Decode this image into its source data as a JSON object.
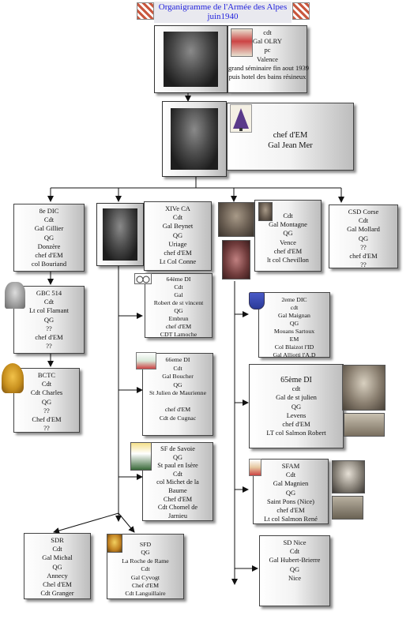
{
  "header": {
    "title_line1": "Organigramme de l'Armée des Alpes",
    "title_line2": "juin1940"
  },
  "commander": {
    "lines": [
      "cdt",
      "Gal OLRY",
      "pc",
      "Valence",
      "grand séminaire fin aout 1939",
      "puis hotel des bains résineux"
    ]
  },
  "chief_of_staff": {
    "lines": [
      "chef d'EM",
      "Gal Jean Mer"
    ]
  },
  "units": {
    "div_8e_dic": [
      "8e DIC",
      "Cdt",
      "Gal Gillier",
      "QG",
      "Donzère",
      "chef d'EM",
      "col Bouriand"
    ],
    "gbc_514": [
      "GBC 514",
      "Cdt",
      "Lt col Flamant",
      "QG",
      "??",
      "chef d'EM",
      "??"
    ],
    "bctc": [
      "BCTC",
      "Cdt",
      "Cdt Charles",
      "QG",
      "??",
      "Chef d'EM",
      "??"
    ],
    "xive_ca": [
      "XIVe CA",
      "Cdt",
      "Gal Beynet",
      "QG",
      "Uriage",
      "chef d'EM",
      "Lt Col Conne"
    ],
    "montagne": [
      "Cdt",
      "Gal Montagne",
      "QG",
      "Vence",
      "chef d'EM",
      "lt col Chevillon"
    ],
    "csd_corse": [
      "CSD Corse",
      "Cdt",
      "Gal Mollard",
      "QG",
      "??",
      "chef d'EM",
      "??"
    ],
    "div_64": [
      "64ème DI",
      "Cdt",
      "Gal",
      "Robert de st vincent",
      "QG",
      "Embrun",
      "chef d'EM",
      "CDT Lamoche"
    ],
    "div_66": [
      "66eme DI",
      "Cdt",
      "Gal Boucher",
      "QG",
      "St Julien de Maurienne",
      "",
      "chef d'EM",
      "Cdt de Cugnac"
    ],
    "sf_savoie": [
      "SF de Savoie",
      "QG",
      "St paul en Isère",
      "Cdt",
      "col Michet de la",
      "Baume",
      "Chef d'EM",
      "Cdt Chomel de",
      "Jarnieu"
    ],
    "sdr": [
      "SDR",
      "Cdt",
      "Gal Michal",
      "QG",
      "Annecy",
      "Chel d'EM",
      "Cdt Granger"
    ],
    "sfd": [
      "SFD",
      "QG",
      "La Roche de Rame",
      "Cdt",
      "Gal Cyvogt",
      "Chef d'EM",
      "Cdt Languillaire"
    ],
    "dic_2eme": [
      "2eme DIC",
      "cdt",
      "Gal Maignan",
      "QG",
      "Mouans Sartoux",
      "EM",
      "Col Blaizot  l'ID",
      "Gal Alliotti  l'A.D"
    ],
    "di_65": [
      "65ème DI",
      "cdt",
      "Gal de st julien",
      "QG",
      "Levens",
      "chef d'EM",
      "LT col Salmon Robert"
    ],
    "sfam": [
      "SFAM",
      "Cdt",
      "Gal Magnien",
      "QG",
      "Saint Pons (Nice)",
      "chef d'EM",
      "Lt col Salmon René"
    ],
    "sd_nice": [
      "SD Nice",
      "Cdt",
      "Gal Hubert-Brierre",
      "QG",
      "Nice"
    ]
  },
  "colors": {
    "title_text": "#2222dd",
    "title_bg": "#e9e9ef",
    "box_edge": "#444444",
    "connector": "#111111"
  },
  "icons": [
    "crest-icon",
    "shield-icon",
    "portrait-photo",
    "insignia-icon",
    "tree-insignia-icon"
  ]
}
